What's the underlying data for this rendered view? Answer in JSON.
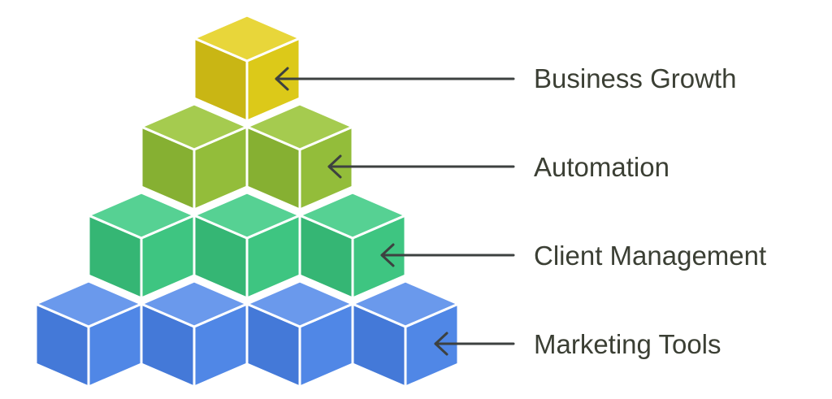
{
  "diagram": {
    "tiers": [
      {
        "label": "Business Growth",
        "cubes": 1,
        "color": "#dcc919",
        "top_color": "#e8d63a",
        "dark_color": "#c9b614"
      },
      {
        "label": "Automation",
        "cubes": 2,
        "color": "#93bd3a",
        "top_color": "#a5cb4f",
        "dark_color": "#86b032"
      },
      {
        "label": "Client Management",
        "cubes": 3,
        "color": "#3ec581",
        "top_color": "#56d193",
        "dark_color": "#35b674"
      },
      {
        "label": "Marketing Tools",
        "cubes": 4,
        "color": "#5087e6",
        "top_color": "#6a99ec",
        "dark_color": "#4479d8"
      }
    ],
    "arrow_color": "#3d4140",
    "label_color": "#3b3f34"
  }
}
